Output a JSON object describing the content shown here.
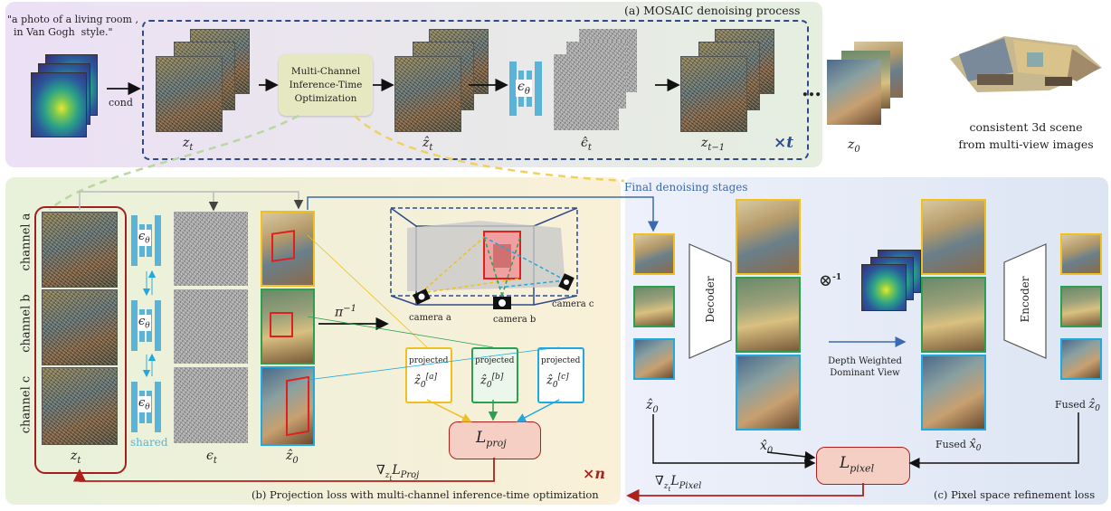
{
  "top_panel": {
    "title": "(a) MOSAIC denoising process",
    "prompt": "\"a photo of a living room ,\n in Van Gogh  style.\"",
    "cond_label": "cond",
    "mcito_label": "Multi-Channel\nInference-Time\nOptimization",
    "z_t": "z",
    "z_t_sub": "t",
    "zhat_t": "ẑ",
    "zhat_t_sub": "t",
    "eps_theta": "ϵ",
    "eps_theta_sub": "θ",
    "epshat_t": "ϵ̂",
    "epshat_t_sub": "t",
    "z_tm1": "z",
    "z_tm1_sub": "t−1",
    "times_t": "×t",
    "dots": "…",
    "z_0": "z",
    "z_0_sub": "0",
    "scene_caption": "consistent 3d scene\nfrom multi-view images"
  },
  "left_panel": {
    "caption": "(b)  Projection loss with multi-channel inference-time optimization",
    "channel_a": "channel a",
    "channel_b": "channel b",
    "channel_c": "channel c",
    "z_t": "z",
    "z_t_sub": "t",
    "shared": "shared",
    "eps_t": "ϵ",
    "eps_t_sub": "t",
    "zhat_0": "ẑ",
    "zhat_0_sub": "0",
    "pi_inv": "π",
    "pi_sup": "−1",
    "camera_a": "camera a",
    "camera_b": "camera b",
    "camera_c": "camera c",
    "projected": "projected",
    "proj_a_sup": "[a]",
    "proj_b_sup": "[b]",
    "proj_c_sup": "[c]",
    "l_proj": "L",
    "l_proj_sub": "proj",
    "grad_proj": "∇",
    "grad_proj_sub": "z",
    "grad_proj_subsub": "t",
    "grad_proj_l": "L",
    "grad_proj_l_sub": "Proj",
    "times_n": "×n"
  },
  "right_panel": {
    "title": "Final denoising stages",
    "caption": "(c)  Pixel space refinement loss",
    "decoder": "Decoder",
    "encoder": "Encoder",
    "inv_op": "⊗",
    "inv_op_sup": "-1",
    "depth_weighted": "Depth Weighted\nDominant View",
    "zhat_0": "ẑ",
    "zhat_0_sub": "0",
    "xhat_0": "x̂",
    "xhat_0_sub": "0",
    "fused_x": "Fused ",
    "fused_z": "Fused ",
    "l_pixel": "L",
    "l_pixel_sub": "pixel",
    "grad_pixel": "∇",
    "grad_pixel_sub": "z",
    "grad_pixel_subsub": "t",
    "grad_pixel_l": "L",
    "grad_pixel_l_sub": "Pixel"
  },
  "colors": {
    "top_bg": "#ebe3f3",
    "left_bg": "#eef3e3",
    "right_bg": "#e6ecf6",
    "dashed_blue": "#2e4a8a",
    "dark_red": "#b0201a",
    "loss_fill": "#f6cfc4",
    "nn_blue": "#5ab4d8",
    "yellow": "#f0c020",
    "green": "#2aa050",
    "light_blue": "#20a8e0"
  }
}
